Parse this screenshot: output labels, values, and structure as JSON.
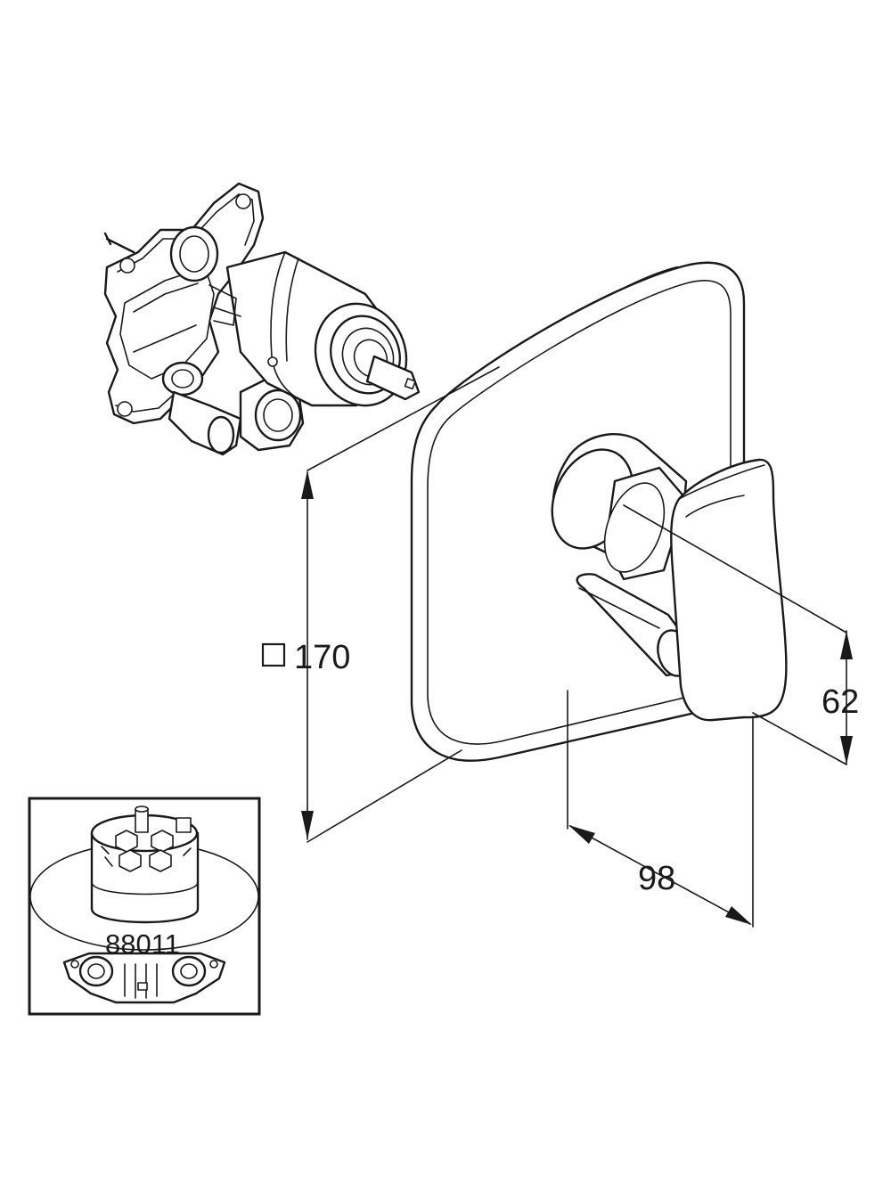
{
  "dimensions": {
    "plate_size": {
      "symbol": "□",
      "value": "170"
    },
    "handle_height": {
      "value": "62"
    },
    "projection": {
      "value": "98"
    }
  },
  "inset": {
    "part_number": "88011"
  },
  "colors": {
    "line": "#1a1a1a",
    "background": "#ffffff"
  }
}
